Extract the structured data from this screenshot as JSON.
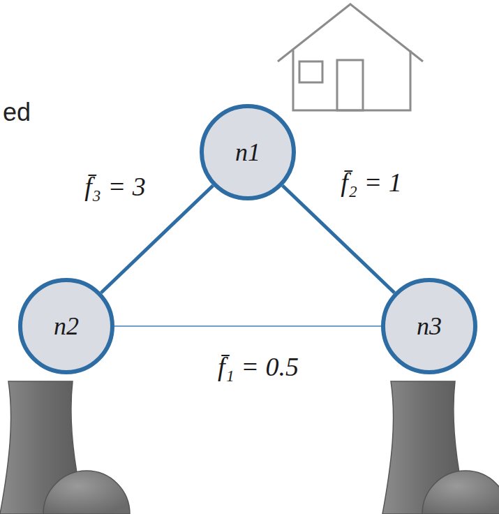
{
  "diagram": {
    "nodes": [
      {
        "text": [
          "n1"
        ]
      },
      {
        "text": [
          "n2"
        ]
      },
      {
        "text": [
          "n3"
        ]
      }
    ],
    "edges": [
      {
        "from": 0,
        "to": 1,
        "arrow": "none",
        "label": "f̄₃ = 3"
      },
      {
        "from": 0,
        "to": 2,
        "arrow": "none",
        "label": "f̄₂ = 1"
      },
      {
        "from": 1,
        "to": 2,
        "arrow": "none",
        "label": "f̄₁ = 0.5"
      }
    ],
    "labels": [
      "ed"
    ]
  }
}
